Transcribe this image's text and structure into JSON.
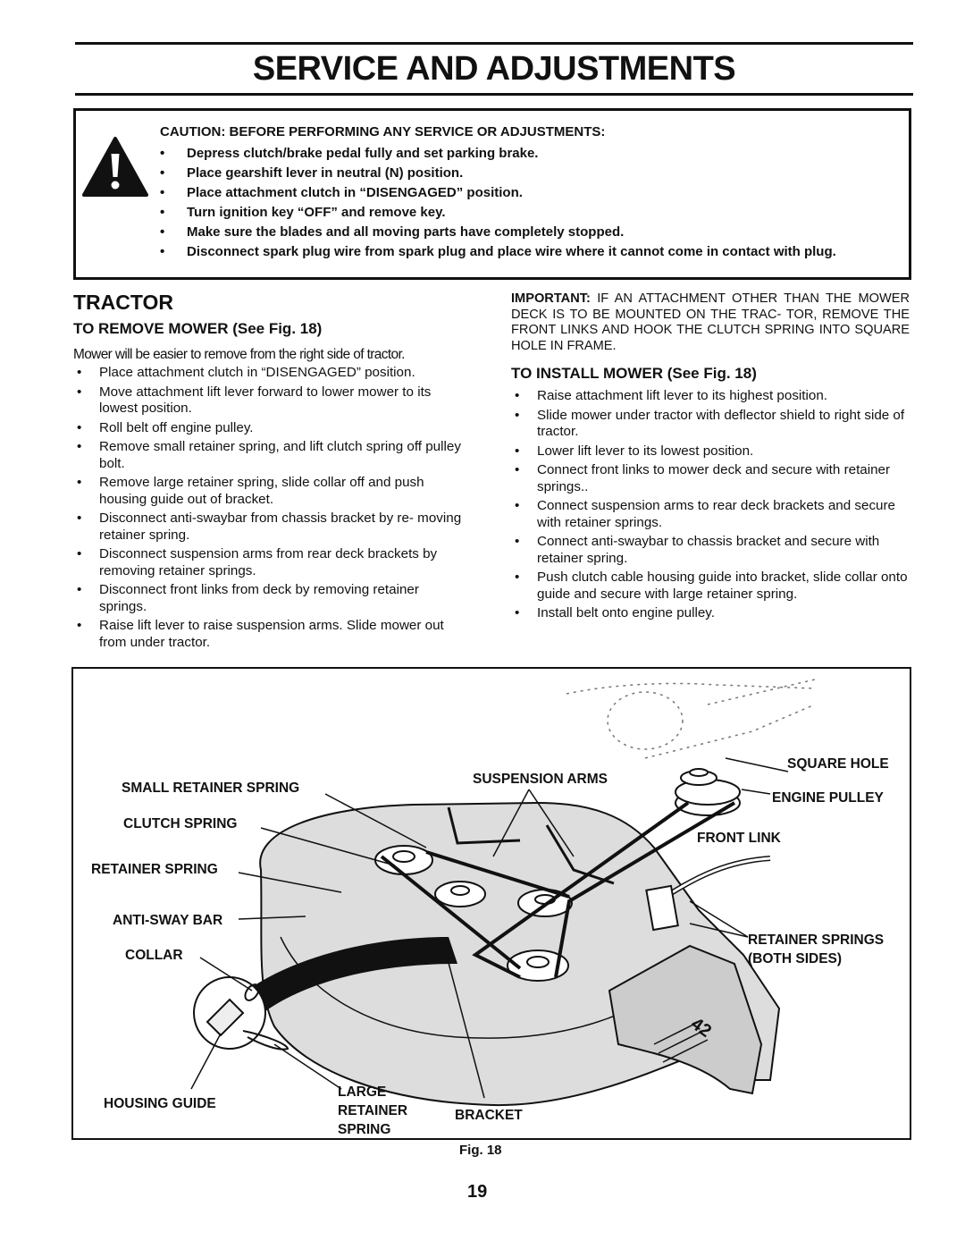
{
  "page_title": "SERVICE AND ADJUSTMENTS",
  "caution": {
    "heading": "CAUTION: BEFORE PERFORMING ANY SERVICE OR ADJUSTMENTS:",
    "items": [
      "Depress clutch/brake pedal fully and set parking brake.",
      "Place gearshift lever in neutral (N) position.",
      "Place attachment clutch  in “DISENGAGED” position.",
      "Turn ignition key “OFF” and remove key.",
      "Make sure the blades and all moving parts have completely stopped.",
      "Disconnect spark plug wire from spark plug and place wire where it cannot come in contact  with plug."
    ]
  },
  "section_heading": "TRACTOR",
  "remove_mower": {
    "heading": "TO REMOVE MOWER (See Fig. 18)",
    "lead": "Mower will be easier to remove from the right side of tractor.",
    "steps": [
      "Place attachment clutch in “DISENGAGED” position.",
      "Move attachment lift lever forward to lower mower to its lowest position.",
      "Roll belt off engine pulley.",
      "Remove small retainer spring, and lift clutch spring off pulley bolt.",
      "Remove large retainer spring, slide collar off and push housing guide out of bracket.",
      "Disconnect anti-swaybar from chassis bracket by re- moving retainer spring.",
      "Disconnect suspension arms from rear deck brackets by removing retainer springs.",
      "Disconnect front links from deck by removing retainer springs.",
      "Raise lift lever to raise suspension arms. Slide mower out from under tractor."
    ]
  },
  "important": {
    "label": "IMPORTANT:",
    "text": " IF AN ATTACHMENT OTHER THAN THE MOWER DECK IS TO BE MOUNTED ON THE TRAC- TOR, REMOVE THE FRONT LINKS AND HOOK THE CLUTCH SPRING INTO SQUARE HOLE IN FRAME."
  },
  "install_mower": {
    "heading": "TO INSTALL MOWER (See Fig. 18)",
    "steps": [
      "Raise attachment lift lever to its highest position.",
      "Slide mower under tractor with deflector shield to right side of tractor.",
      "Lower lift lever to its lowest position.",
      "Connect front links to mower deck and secure with retainer springs..",
      "Connect suspension arms to rear deck brackets and secure with retainer springs.",
      "Connect anti-swaybar to chassis bracket and secure with retainer spring.",
      "Push clutch cable housing guide into bracket, slide collar onto guide and secure with large retainer spring.",
      "Install belt onto engine pulley."
    ]
  },
  "figure": {
    "labels": {
      "small_retainer_spring": "SMALL RETAINER SPRING",
      "clutch_spring": "CLUTCH SPRING",
      "retainer_spring": "RETAINER SPRING",
      "anti_sway_bar": "ANTI-SWAY BAR",
      "collar": "COLLAR",
      "housing_guide": "HOUSING GUIDE",
      "large_retainer_spring_1": "LARGE",
      "large_retainer_spring_2": "RETAINER",
      "large_retainer_spring_3": "SPRING",
      "bracket": "BRACKET",
      "suspension_arms": "SUSPENSION ARMS",
      "square_hole": "SQUARE HOLE",
      "engine_pulley": "ENGINE PULLEY",
      "front_link": "FRONT LINK",
      "retainer_springs_1": "RETAINER SPRINGS",
      "retainer_springs_2": "(BOTH SIDES)",
      "deck_badge": "42"
    },
    "caption": "Fig. 18"
  },
  "page_number": "19"
}
